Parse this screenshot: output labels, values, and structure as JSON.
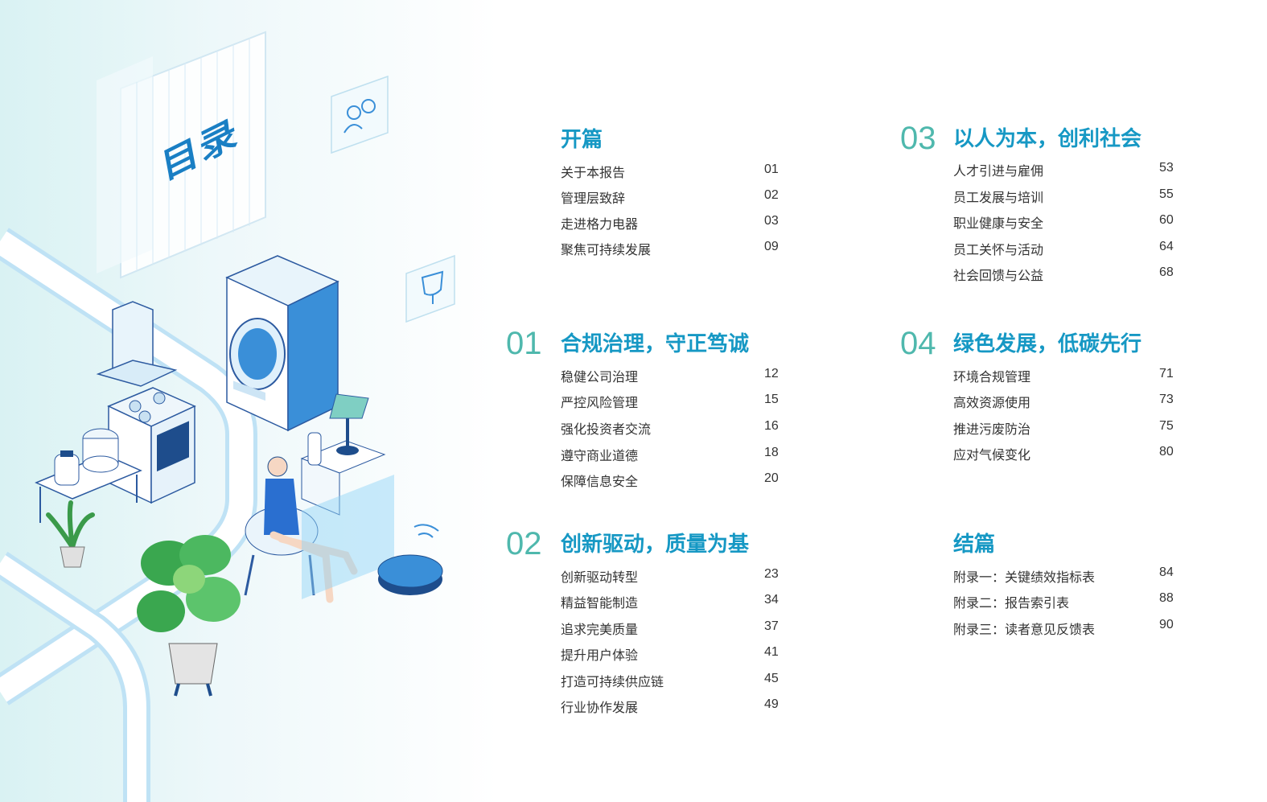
{
  "page_title": "目录",
  "sections": [
    {
      "id": "intro",
      "number": "",
      "title": "开篇",
      "items": [
        {
          "label": "关于本报告",
          "page": "01"
        },
        {
          "label": "管理层致辞",
          "page": "02"
        },
        {
          "label": "走进格力电器",
          "page": "03"
        },
        {
          "label": "聚焦可持续发展",
          "page": "09"
        }
      ]
    },
    {
      "id": "s01",
      "number": "01",
      "title": "合规治理，守正笃诚",
      "items": [
        {
          "label": "稳健公司治理",
          "page": "12"
        },
        {
          "label": "严控风险管理",
          "page": "15"
        },
        {
          "label": "强化投资者交流",
          "page": "16"
        },
        {
          "label": "遵守商业道德",
          "page": "18"
        },
        {
          "label": "保障信息安全",
          "page": "20"
        }
      ]
    },
    {
      "id": "s02",
      "number": "02",
      "title": "创新驱动，质量为基",
      "items": [
        {
          "label": "创新驱动转型",
          "page": "23"
        },
        {
          "label": "精益智能制造",
          "page": "34"
        },
        {
          "label": "追求完美质量",
          "page": "37"
        },
        {
          "label": "提升用户体验",
          "page": "41"
        },
        {
          "label": "打造可持续供应链",
          "page": "45"
        },
        {
          "label": "行业协作发展",
          "page": "49"
        }
      ]
    },
    {
      "id": "s03",
      "number": "03",
      "title": "以人为本，创利社会",
      "items": [
        {
          "label": "人才引进与雇佣",
          "page": "53"
        },
        {
          "label": "员工发展与培训",
          "page": "55"
        },
        {
          "label": "职业健康与安全",
          "page": "60"
        },
        {
          "label": "员工关怀与活动",
          "page": "64"
        },
        {
          "label": "社会回馈与公益",
          "page": "68"
        }
      ]
    },
    {
      "id": "s04",
      "number": "04",
      "title": "绿色发展，低碳先行",
      "items": [
        {
          "label": "环境合规管理",
          "page": "71"
        },
        {
          "label": "高效资源使用",
          "page": "73"
        },
        {
          "label": "推进污废防治",
          "page": "75"
        },
        {
          "label": "应对气候变化",
          "page": "80"
        }
      ]
    },
    {
      "id": "closing",
      "number": "",
      "title": "结篇",
      "items": [
        {
          "label": "附录一：关键绩效指标表",
          "page": "84"
        },
        {
          "label": "附录二：报告索引表",
          "page": "88"
        },
        {
          "label": "附录三：读者意见反馈表",
          "page": "90"
        }
      ]
    }
  ],
  "colors": {
    "section_number": "#4fb8ad",
    "section_title": "#1698c4",
    "item_text": "#333333",
    "illustration_blue": "#3a8fd8"
  },
  "icons": [
    "people-icon",
    "trophy-icon",
    "washing-machine-icon",
    "range-hood-icon",
    "stove-icon",
    "rice-cooker-icon",
    "kettle-icon",
    "lamp-icon",
    "smart-speaker-icon",
    "robot-vacuum-icon",
    "plant-icon",
    "woman-with-phone-icon"
  ]
}
